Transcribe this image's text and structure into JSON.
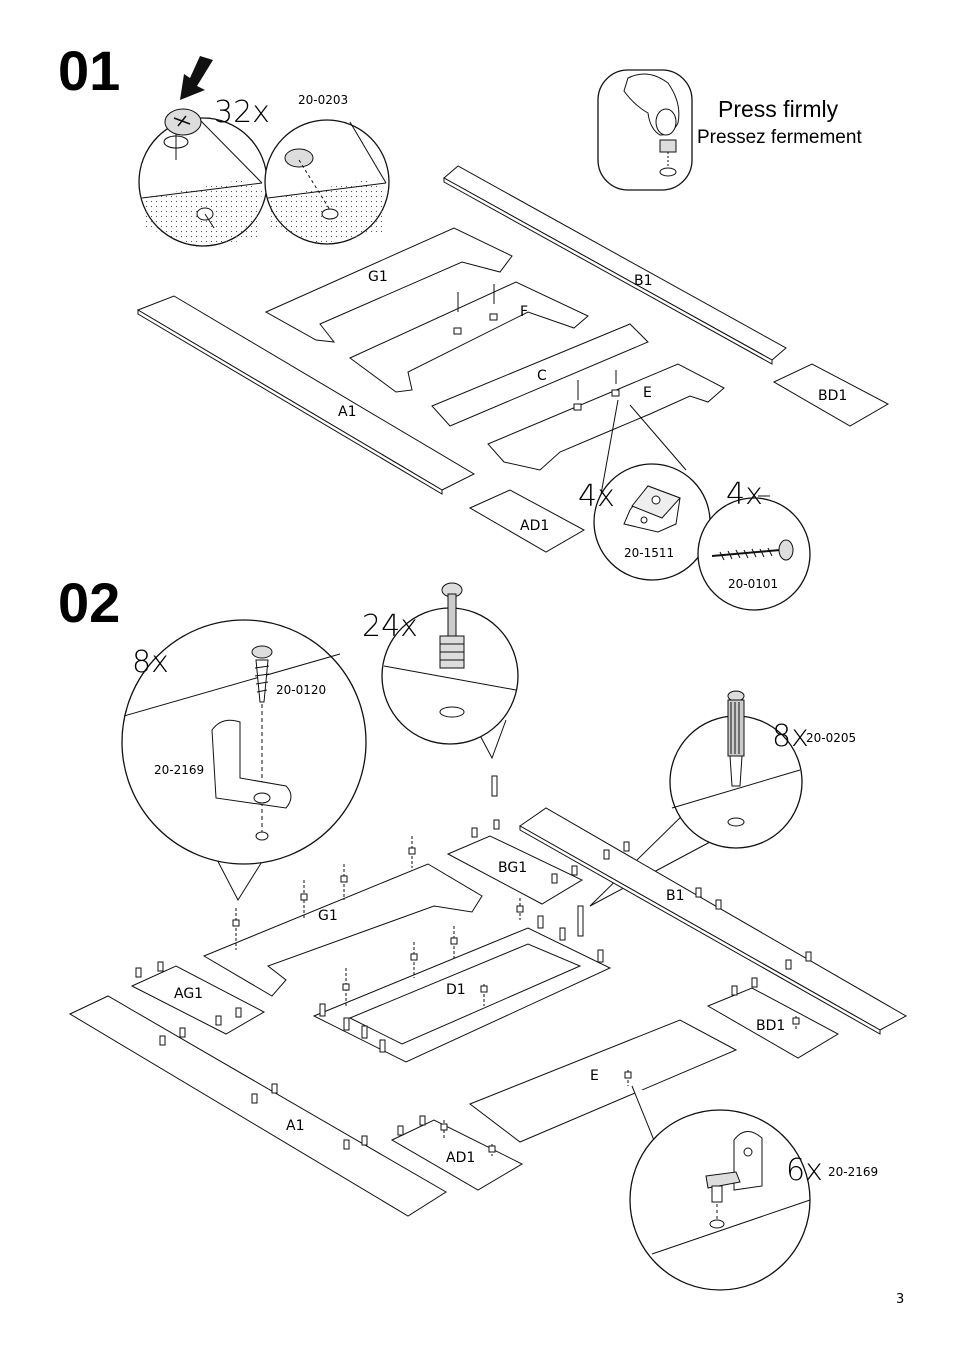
{
  "steps": [
    {
      "number": "01"
    },
    {
      "number": "02"
    }
  ],
  "step1": {
    "cam_qty": "32x",
    "cam_code": "20-0203",
    "note_en": "Press firmly",
    "note_fr": "Pressez fermement",
    "parts": [
      "G1",
      "F",
      "B1",
      "C",
      "E",
      "A1",
      "BD1",
      "AD1"
    ],
    "bracket_qty": "4x",
    "bracket_code": "20-1511",
    "screw_qty": "4x",
    "screw_code": "20-0101"
  },
  "step2": {
    "screw_qty": "8x",
    "screw_code": "20-0120",
    "bracket_code": "20-2169",
    "dowel_qty": "24x",
    "pin_qty": "8x",
    "pin_code": "20-0205",
    "parts": [
      "BG1",
      "B1",
      "G1",
      "AG1",
      "D1",
      "BD1",
      "E",
      "A1",
      "AD1"
    ],
    "support_qty": "6x",
    "support_code": "20-2169"
  },
  "page_number": "3"
}
